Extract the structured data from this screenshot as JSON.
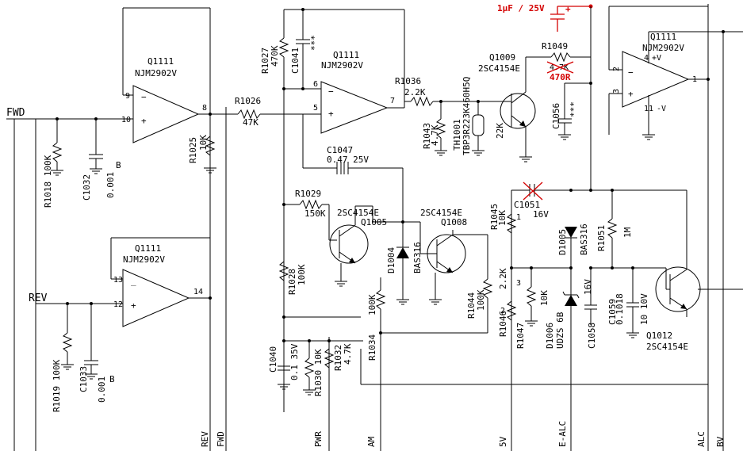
{
  "labels": {
    "fwd_in": "FWD",
    "rev_in": "REV",
    "u1_ref": "Q1111",
    "u1_part": "NJM2902V",
    "u1_p9": "9",
    "u1_p10": "10",
    "u1_p8": "8",
    "u2_ref": "Q1111",
    "u2_part": "NJM2902V",
    "u2_p13": "13",
    "u2_p12": "12",
    "u2_p14": "14",
    "u3_ref": "Q1111",
    "u3_part": "NJM2902V",
    "u3_p6": "6",
    "u3_p5": "5",
    "u3_p7": "7",
    "u4_ref": "Q1111",
    "u4_part": "NJM2902V",
    "u4_p2": "2",
    "u4_p3": "3",
    "u4_p1": "1",
    "u4_p4": "4",
    "u4_p11": "11",
    "u4_vp": "+V",
    "u4_vm": "-V",
    "r1018": "R1018 100K",
    "c1032": "C1032",
    "c1032_val": "0.001",
    "c1032_b": "B",
    "r1025": "R1025",
    "r1025_val": "10K",
    "r1026": "R1026",
    "r1026_val": "47K",
    "r1027": "R1027",
    "r1027_val": "470K",
    "c1041": "C1041",
    "c1041_val": "***",
    "r1036": "R1036",
    "r1036_val": "2.2K",
    "r1043": "R1043",
    "r1043_val": "4.7K",
    "th1001": "TH1001",
    "th1001_part": "TBP3R223K460H5Q",
    "th1001_val": "22K",
    "q1009": "Q1009",
    "q1009_part": "2SC4154E",
    "r1049": "R1049",
    "r1049_old": "4.7K",
    "r1049_new": "470R",
    "c_note": "1µF / 25V",
    "c1056": "C1056",
    "c1056_val": "***",
    "c1047": "C1047",
    "c1047_val": "0.47 25V",
    "r1029": "R1029",
    "r1029_val": "150K",
    "q1005": "Q1005",
    "q1005_part": "2SC4154E",
    "q1008": "Q1008",
    "q1008_part": "2SC4154E",
    "d1004": "D1004",
    "d1004_part": "BAS316",
    "r1028": "R1028",
    "r1028_val": "100K",
    "r1034": "R1034",
    "r1034_val": "100K",
    "r1044": "R1044",
    "r1044_val": "100K",
    "c1051": "C1051",
    "c1051_val": "16V",
    "r1045": "R1045",
    "r1045_val": "10K",
    "d1005": "D1005",
    "d1005_part": "BAS316",
    "r1051": "R1051",
    "r1051_val": "1M",
    "pin1": "1",
    "pin2": "2",
    "pin3": "3",
    "r1046": "R1046",
    "r1046_val": "2.2K",
    "r1047": "R1047",
    "r1047_val": "10K",
    "d1006": "D1006",
    "d1006_part": "UDZS 6B",
    "c1058": "C1058",
    "c1058_val": "16V",
    "c1059": "C1059",
    "c1059_val": "10 10V",
    "c1018": "0.1018",
    "q1012": "Q1012",
    "q1012_part": "2SC4154E",
    "r1019": "R1019 100K",
    "c1033": "C1033",
    "c1033_val": "0.001",
    "c1033_b": "B",
    "c1040": "C1040",
    "c1040_val": "0.1 35V",
    "r1030": "R1030 10K",
    "r1032": "R1032",
    "r1032_val": "4.7K",
    "bus_rev": "REV",
    "bus_fwd": "FWD",
    "bus_pwr": "PWR",
    "bus_am": "AM",
    "bus_5v": "5V",
    "bus_ealc": "E-ALC",
    "bus_alc": "ALC",
    "bus_bv": "BV"
  },
  "colors": {
    "wire": "#000000",
    "correction": "#d40000"
  }
}
